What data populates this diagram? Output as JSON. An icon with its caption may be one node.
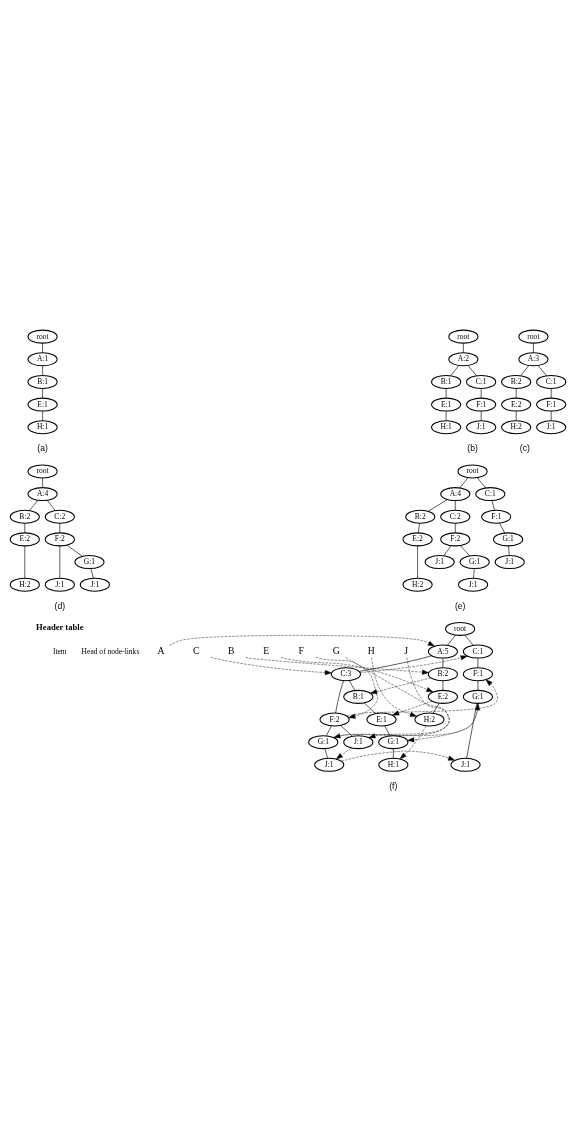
{
  "diagram": {
    "nodes": [
      {
        "text": [
          "root"
        ]
      },
      {
        "text": [
          "A:1"
        ]
      },
      {
        "text": [
          "B:1"
        ]
      },
      {
        "text": [
          "E:1"
        ]
      },
      {
        "text": [
          "H:1"
        ]
      },
      {
        "text": [
          "root"
        ]
      },
      {
        "text": [
          "A:2"
        ]
      },
      {
        "text": [
          "B:1"
        ]
      },
      {
        "text": [
          "C:1"
        ]
      },
      {
        "text": [
          "E:1"
        ]
      },
      {
        "text": [
          "F:1"
        ]
      },
      {
        "text": [
          "H:1"
        ]
      },
      {
        "text": [
          "J:1"
        ]
      },
      {
        "text": [
          "root"
        ]
      },
      {
        "text": [
          "A:3"
        ]
      },
      {
        "text": [
          "B:2"
        ]
      },
      {
        "text": [
          "C:1"
        ]
      },
      {
        "text": [
          "E:2"
        ]
      },
      {
        "text": [
          "F:1"
        ]
      },
      {
        "text": [
          "H:2"
        ]
      },
      {
        "text": [
          "J:1"
        ]
      },
      {
        "text": [
          "root"
        ]
      },
      {
        "text": [
          "A:4"
        ]
      },
      {
        "text": [
          "B:2"
        ]
      },
      {
        "text": [
          "C:2"
        ]
      },
      {
        "text": [
          "E:2"
        ]
      },
      {
        "text": [
          "F:2"
        ]
      },
      {
        "text": [
          "H:2"
        ]
      },
      {
        "text": [
          "J:1"
        ]
      },
      {
        "text": [
          "G:1"
        ]
      },
      {
        "text": [
          "J:1"
        ]
      },
      {
        "text": [
          "root"
        ]
      },
      {
        "text": [
          "A:4"
        ]
      },
      {
        "text": [
          "C:1"
        ]
      },
      {
        "text": [
          "B:2"
        ]
      },
      {
        "text": [
          "C:2"
        ]
      },
      {
        "text": [
          "F:1"
        ]
      },
      {
        "text": [
          "E:2"
        ]
      },
      {
        "text": [
          "F:2"
        ]
      },
      {
        "text": [
          "G:1"
        ]
      },
      {
        "text": [
          "H:2"
        ]
      },
      {
        "text": [
          "J:1"
        ]
      },
      {
        "text": [
          "G:1"
        ]
      },
      {
        "text": [
          "J:1"
        ]
      },
      {
        "text": [
          "J:1"
        ]
      },
      {
        "text": [
          "A"
        ]
      },
      {
        "text": [
          "C"
        ]
      },
      {
        "text": [
          "B"
        ]
      },
      {
        "text": [
          "E"
        ]
      },
      {
        "text": [
          "F"
        ]
      },
      {
        "text": [
          "G"
        ]
      },
      {
        "text": [
          "H"
        ]
      },
      {
        "text": [
          "J"
        ]
      },
      {
        "text": [
          "root"
        ]
      },
      {
        "text": [
          "A:5"
        ]
      },
      {
        "text": [
          "C:1"
        ]
      },
      {
        "text": [
          "B:2"
        ]
      },
      {
        "text": [
          "C:3"
        ]
      },
      {
        "text": [
          "F:1"
        ]
      },
      {
        "text": [
          "E:2"
        ]
      },
      {
        "text": [
          "G:1"
        ]
      },
      {
        "text": [
          "F:2"
        ]
      },
      {
        "text": [
          "B:1"
        ]
      },
      {
        "text": [
          "J:1"
        ]
      },
      {
        "text": [
          "H:2"
        ]
      },
      {
        "text": [
          "J:1"
        ]
      },
      {
        "text": [
          "G:1"
        ]
      },
      {
        "text": [
          "E:1"
        ]
      },
      {
        "text": [
          "J:1"
        ]
      },
      {
        "text": [
          "G:1"
        ]
      },
      {
        "text": [
          "H:1"
        ]
      }
    ],
    "edges": [
      {
        "from": 0,
        "to": 1,
        "arrow": "none"
      },
      {
        "from": 1,
        "to": 2,
        "arrow": "none"
      },
      {
        "from": 2,
        "to": 3,
        "arrow": "none"
      },
      {
        "from": 3,
        "to": 4,
        "arrow": "none"
      },
      {
        "from": 5,
        "to": 6,
        "arrow": "none"
      },
      {
        "from": 6,
        "to": 7,
        "arrow": "none"
      },
      {
        "from": 6,
        "to": 8,
        "arrow": "none"
      },
      {
        "from": 7,
        "to": 9,
        "arrow": "none"
      },
      {
        "from": 8,
        "to": 10,
        "arrow": "none"
      },
      {
        "from": 9,
        "to": 11,
        "arrow": "none"
      },
      {
        "from": 10,
        "to": 12,
        "arrow": "none"
      },
      {
        "from": 13,
        "to": 14,
        "arrow": "none"
      },
      {
        "from": 14,
        "to": 15,
        "arrow": "none"
      },
      {
        "from": 14,
        "to": 16,
        "arrow": "none"
      },
      {
        "from": 15,
        "to": 17,
        "arrow": "none"
      },
      {
        "from": 16,
        "to": 18,
        "arrow": "none"
      },
      {
        "from": 17,
        "to": 19,
        "arrow": "none"
      },
      {
        "from": 18,
        "to": 20,
        "arrow": "none"
      },
      {
        "from": 21,
        "to": 22,
        "arrow": "none"
      },
      {
        "from": 22,
        "to": 23,
        "arrow": "none"
      },
      {
        "from": 22,
        "to": 24,
        "arrow": "none"
      },
      {
        "from": 23,
        "to": 25,
        "arrow": "none"
      },
      {
        "from": 24,
        "to": 26,
        "arrow": "none"
      },
      {
        "from": 25,
        "to": 27,
        "arrow": "none"
      },
      {
        "from": 26,
        "to": 28,
        "arrow": "none"
      },
      {
        "from": 26,
        "to": 29,
        "arrow": "none"
      },
      {
        "from": 29,
        "to": 30,
        "arrow": "none"
      },
      {
        "from": 31,
        "to": 32,
        "arrow": "none"
      },
      {
        "from": 31,
        "to": 33,
        "arrow": "none"
      },
      {
        "from": 32,
        "to": 34,
        "arrow": "none"
      },
      {
        "from": 32,
        "to": 35,
        "arrow": "none"
      },
      {
        "from": 33,
        "to": 36,
        "arrow": "none"
      },
      {
        "from": 34,
        "to": 37,
        "arrow": "none"
      },
      {
        "from": 35,
        "to": 38,
        "arrow": "none"
      },
      {
        "from": 36,
        "to": 39,
        "arrow": "none"
      },
      {
        "from": 37,
        "to": 40,
        "arrow": "none"
      },
      {
        "from": 38,
        "to": 41,
        "arrow": "none"
      },
      {
        "from": 38,
        "to": 42,
        "arrow": "none"
      },
      {
        "from": 39,
        "to": 43,
        "arrow": "none"
      },
      {
        "from": 42,
        "to": 44,
        "arrow": "none"
      },
      {
        "from": 53,
        "to": 54,
        "arrow": "none"
      },
      {
        "from": 53,
        "to": 55,
        "arrow": "none"
      },
      {
        "from": 54,
        "to": 56,
        "arrow": "none"
      },
      {
        "from": 54,
        "to": 57,
        "arrow": "none"
      },
      {
        "from": 55,
        "to": 58,
        "arrow": "none"
      },
      {
        "from": 56,
        "to": 59,
        "arrow": "none"
      },
      {
        "from": 58,
        "to": 60,
        "arrow": "none"
      },
      {
        "from": 57,
        "to": 61,
        "arrow": "none"
      },
      {
        "from": 57,
        "to": 62,
        "arrow": "none"
      },
      {
        "from": 60,
        "to": 63,
        "arrow": "none"
      },
      {
        "from": 59,
        "to": 64,
        "arrow": "none"
      },
      {
        "from": 61,
        "to": 65,
        "arrow": "none"
      },
      {
        "from": 61,
        "to": 66,
        "arrow": "none"
      },
      {
        "from": 62,
        "to": 67,
        "arrow": "none"
      },
      {
        "from": 66,
        "to": 68,
        "arrow": "none"
      },
      {
        "from": 67,
        "to": 69,
        "arrow": "none"
      },
      {
        "from": 69,
        "to": 70,
        "arrow": "none"
      },
      {
        "from": 45,
        "to": 54,
        "arrow": "to",
        "style": "dashed"
      },
      {
        "from": 46,
        "to": 57,
        "arrow": "to",
        "style": "dashed"
      },
      {
        "from": 57,
        "to": 55,
        "arrow": "to",
        "style": "dashed"
      },
      {
        "from": 47,
        "to": 56,
        "arrow": "to",
        "style": "dashed"
      },
      {
        "from": 56,
        "to": 62,
        "arrow": "to",
        "style": "dashed"
      },
      {
        "from": 48,
        "to": 59,
        "arrow": "to",
        "style": "dashed"
      },
      {
        "from": 59,
        "to": 67,
        "arrow": "to",
        "style": "dashed"
      },
      {
        "from": 49,
        "to": 61,
        "arrow": "to",
        "style": "dashed"
      },
      {
        "from": 61,
        "to": 58,
        "arrow": "to",
        "style": "dashed"
      },
      {
        "from": 50,
        "to": 66,
        "arrow": "to",
        "style": "dashed"
      },
      {
        "from": 66,
        "to": 60,
        "arrow": "to",
        "style": "dashed"
      },
      {
        "from": 60,
        "to": 69,
        "arrow": "to",
        "style": "dashed"
      },
      {
        "from": 51,
        "to": 64,
        "arrow": "to",
        "style": "dashed"
      },
      {
        "from": 64,
        "to": 70,
        "arrow": "to",
        "style": "dashed"
      },
      {
        "from": 52,
        "to": 65,
        "arrow": "to",
        "style": "dashed"
      },
      {
        "from": 65,
        "to": 68,
        "arrow": "to",
        "style": "dashed"
      },
      {
        "from": 68,
        "to": 63,
        "arrow": "to",
        "style": "dashed"
      }
    ],
    "labels": [
      "(a)",
      "(b)",
      "(c)",
      "(d)",
      "(e)",
      "Header table",
      "Item",
      "Head of node-links",
      "(f)"
    ]
  }
}
